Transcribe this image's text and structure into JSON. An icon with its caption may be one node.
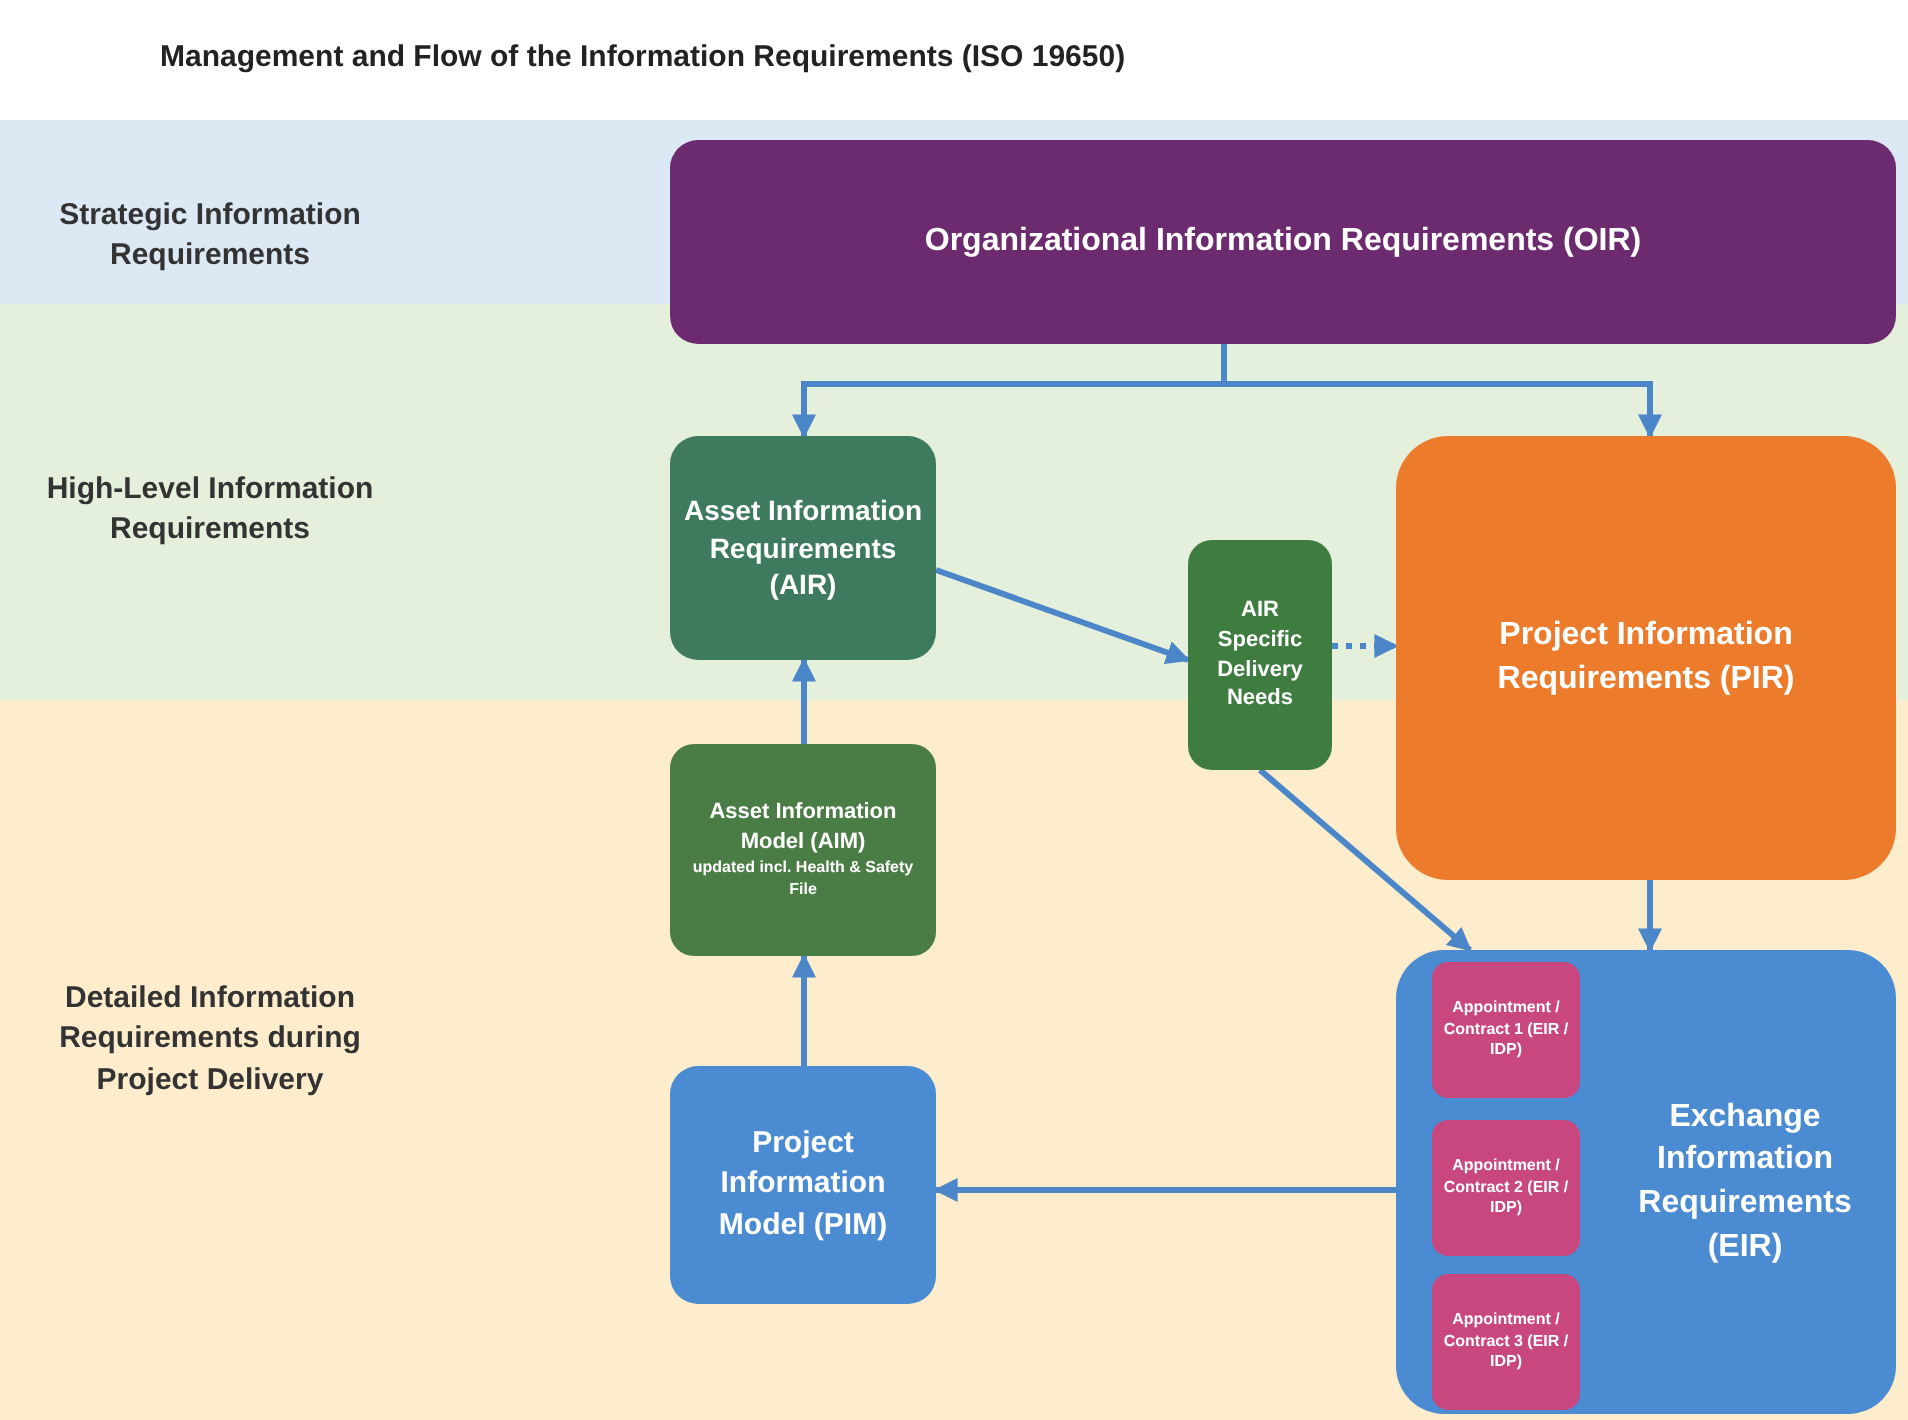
{
  "diagram": {
    "title": "Management and Flow of the Information Requirements (ISO 19650)",
    "nodes": [
      {
        "text": [
          "Organizational Information Requirements (OIR)"
        ]
      },
      {
        "text": [
          "Asset Information Requirements (AIR)"
        ]
      },
      {
        "text": [
          "AIR Specific Delivery Needs"
        ]
      },
      {
        "text": [
          "Project Information Requirements (PIR)"
        ]
      },
      {
        "text": [
          "Asset Information Model (AIM)",
          "updated incl. Health & Safety File"
        ]
      },
      {
        "text": [
          "Project Information Model (PIM)"
        ]
      },
      {
        "text": [
          "Exchange Information Requirements (EIR)"
        ]
      },
      {
        "text": [
          "Appointment / Contract 1 (EIR / IDP)"
        ],
        "in": 6
      },
      {
        "text": [
          "Appointment / Contract 2 (EIR / IDP)"
        ],
        "in": 6
      },
      {
        "text": [
          "Appointment / Contract 3 (EIR / IDP)"
        ],
        "in": 6
      }
    ],
    "edges": [
      {
        "from": 0,
        "to": 1,
        "arrow": "to"
      },
      {
        "from": 0,
        "to": 3,
        "arrow": "to"
      },
      {
        "from": 1,
        "to": 2,
        "arrow": "to"
      },
      {
        "from": 2,
        "to": 3,
        "arrow": "to",
        "style": "dashed"
      },
      {
        "from": 2,
        "to": 6,
        "arrow": "to"
      },
      {
        "from": 3,
        "to": 6,
        "arrow": "to"
      },
      {
        "from": 6,
        "to": 5,
        "arrow": "to"
      },
      {
        "from": 5,
        "to": 4,
        "arrow": "to"
      },
      {
        "from": 4,
        "to": 1,
        "arrow": "to"
      }
    ],
    "labels": [
      "Strategic Information Requirements",
      "High-Level Information Requirements",
      "Detailed Information Requirements during Project Delivery"
    ]
  }
}
